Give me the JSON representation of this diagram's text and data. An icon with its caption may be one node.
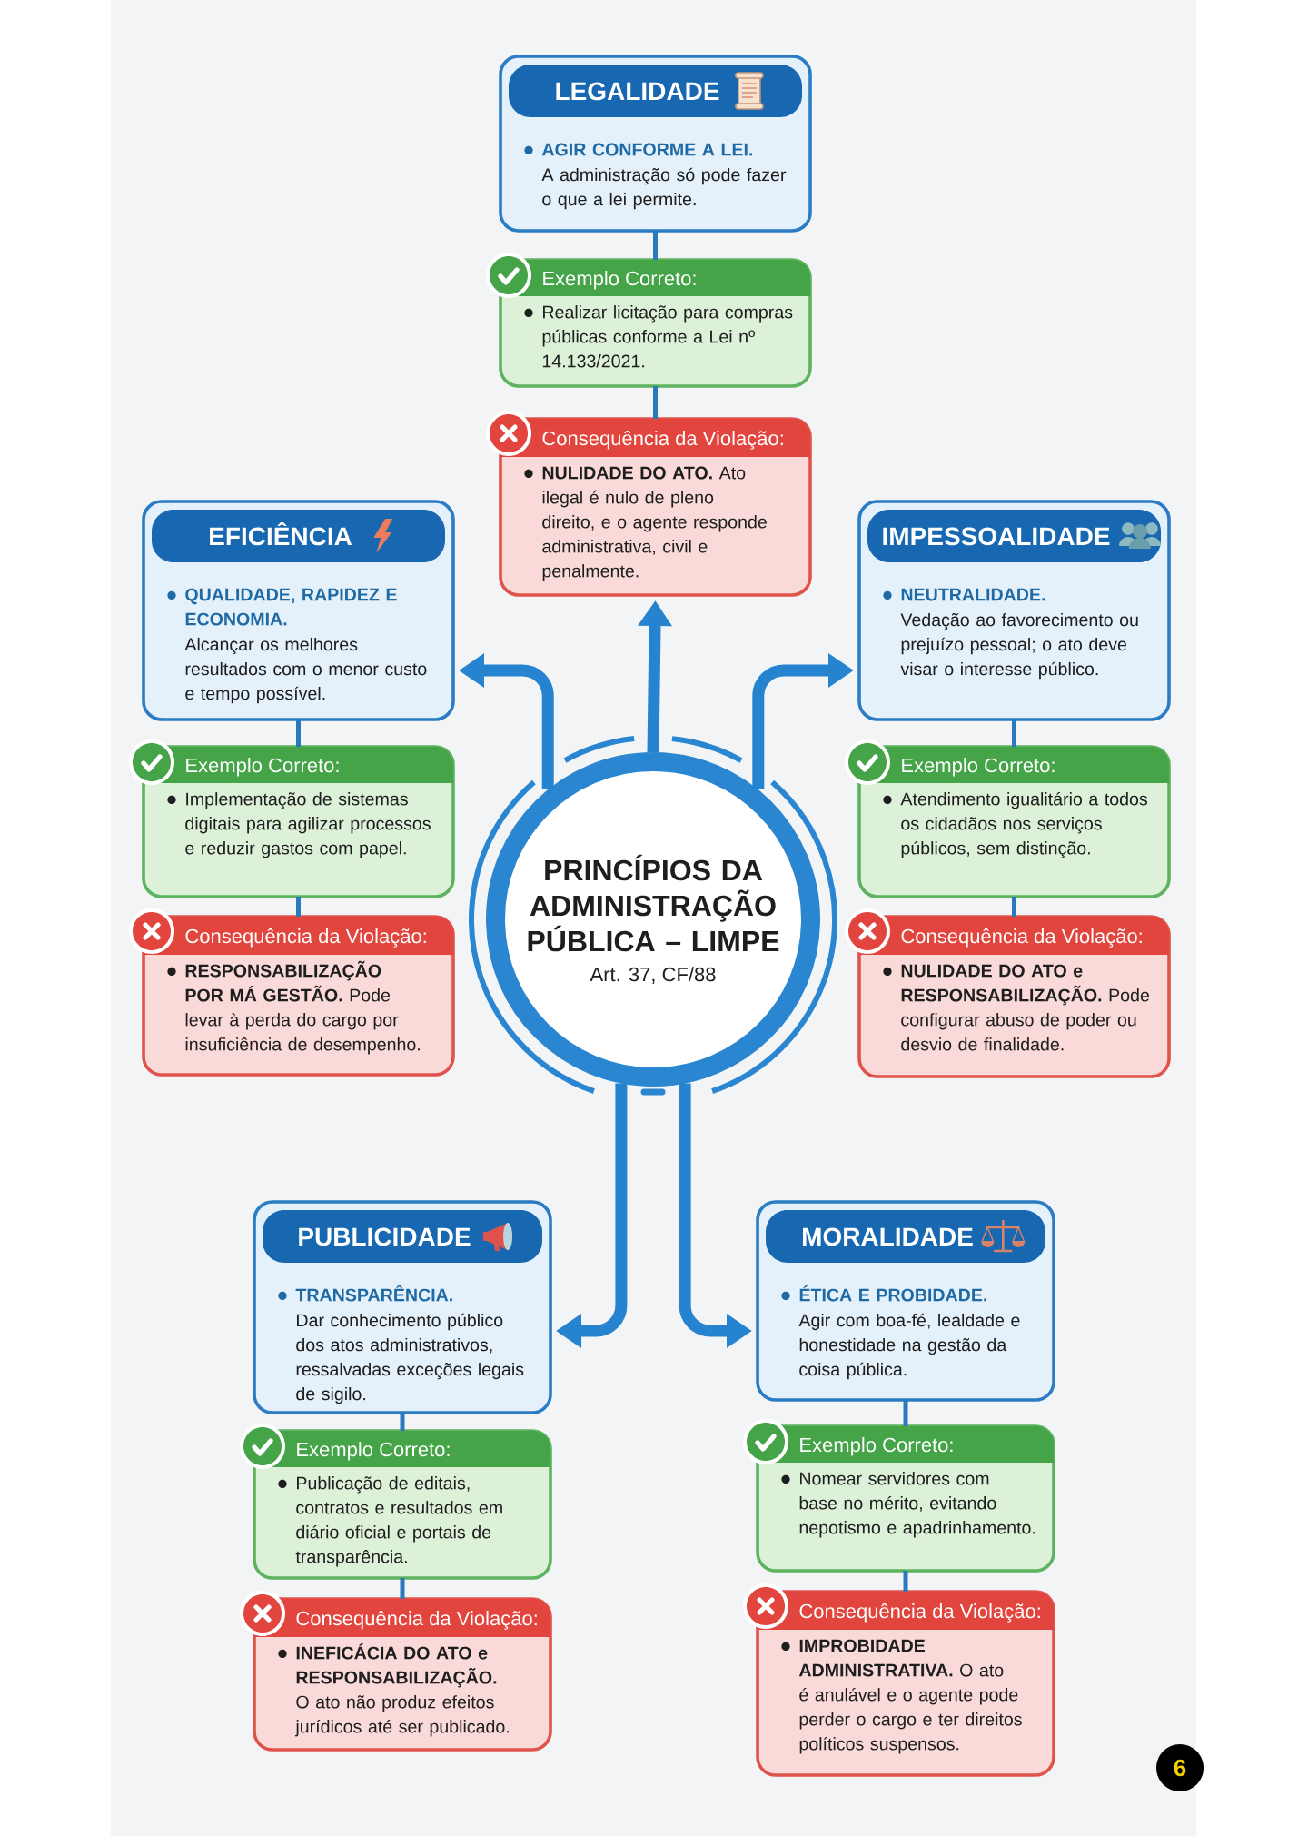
{
  "diagram": {
    "nodes": [
      {
        "text": [
          "LEGALIDADE",
          "AGIR CONFORME A LEI.",
          "A administração só pode fazer o que a lei permite."
        ]
      },
      {
        "text": [
          "Exemplo Correto:",
          "Realizar licitação para compras públicas conforme a Lei nº 14.133/2021."
        ]
      },
      {
        "text": [
          "Consequência da Violação:",
          "**NULIDADE DO ATO.** Ato ilegal é nulo de pleno direito, e o agente responde administrativa, civil e penalmente."
        ]
      },
      {
        "text": [
          "EFICIÊNCIA",
          "QUALIDADE, RAPIDEZ E ECONOMIA.",
          "Alcançar os melhores resultados com o menor custo e tempo possível."
        ]
      },
      {
        "text": [
          "Exemplo Correto:",
          "Implementação de sistemas digitais para agilizar processos e reduzir gastos com papel."
        ]
      },
      {
        "text": [
          "Consequência da Violação:",
          "**RESPONSABILIZAÇÃO POR MÁ GESTÃO.** Pode levar à perda do cargo por insuficiência de desempenho."
        ]
      },
      {
        "text": [
          "IMPESSOALIDADE",
          "NEUTRALIDADE.",
          "Vedação ao favorecimento ou prejuízo pessoal; o ato deve visar o interesse público."
        ]
      },
      {
        "text": [
          "Exemplo Correto:",
          "Atendimento igualitário a todos os cidadãos nos serviços públicos, sem distinção."
        ]
      },
      {
        "text": [
          "Consequência da Violação:",
          "**NULIDADE DO ATO e RESPONSABILIZAÇÃO.** Pode configurar abuso de poder ou desvio de finalidade."
        ]
      },
      {
        "text": [
          "PRINCÍPIOS DA ADMINISTRAÇÃO PÚBLICA – LIMPE",
          "Art. 37, CF/88"
        ]
      },
      {
        "text": [
          "PUBLICIDADE",
          "TRANSPARÊNCIA.",
          "Dar conhecimento público dos atos administrativos, ressalvadas exceções legais de sigilo."
        ]
      },
      {
        "text": [
          "Exemplo Correto:",
          "Publicação de editais, contratos e resultados em diário oficial e portais de transparência."
        ]
      },
      {
        "text": [
          "Consequência da Violação:",
          "**INEFICÁCIA DO ATO e RESPONSABILIZAÇÃO.** O ato não produz efeitos jurídicos até ser publicado."
        ]
      },
      {
        "text": [
          "MORALIDADE",
          "ÉTICA E PROBIDADE.",
          "Agir com boa-fé, lealdade e honestidade na gestão da coisa pública."
        ]
      },
      {
        "text": [
          "Exemplo Correto:",
          "Nomear servidores com base no mérito, evitando nepotismo e apadrinhamento."
        ]
      },
      {
        "text": [
          "Consequência da Violação:",
          "**IMPROBIDADE ADMINISTRATIVA.** O ato é anulável e o agente pode perder o cargo e ter direitos políticos suspensos."
        ]
      }
    ],
    "edges": [
      {
        "from": 9,
        "to": 2,
        "arrow": "to",
        "style": "thick"
      },
      {
        "from": 9,
        "to": 3,
        "arrow": "to",
        "style": "thick"
      },
      {
        "from": 9,
        "to": 6,
        "arrow": "to",
        "style": "thick"
      },
      {
        "from": 9,
        "to": 10,
        "arrow": "to",
        "style": "thick"
      },
      {
        "from": 9,
        "to": 13,
        "arrow": "to",
        "style": "thick"
      },
      {
        "from": 0,
        "to": 1,
        "arrow": "none"
      },
      {
        "from": 1,
        "to": 2,
        "arrow": "none"
      },
      {
        "from": 3,
        "to": 4,
        "arrow": "none"
      },
      {
        "from": 4,
        "to": 5,
        "arrow": "none"
      },
      {
        "from": 6,
        "to": 7,
        "arrow": "none"
      },
      {
        "from": 7,
        "to": 8,
        "arrow": "none"
      },
      {
        "from": 10,
        "to": 11,
        "arrow": "none"
      },
      {
        "from": 11,
        "to": 12,
        "arrow": "none"
      },
      {
        "from": 13,
        "to": 14,
        "arrow": "none"
      },
      {
        "from": 14,
        "to": 15,
        "arrow": "none"
      }
    ],
    "labels": [
      "6"
    ]
  }
}
